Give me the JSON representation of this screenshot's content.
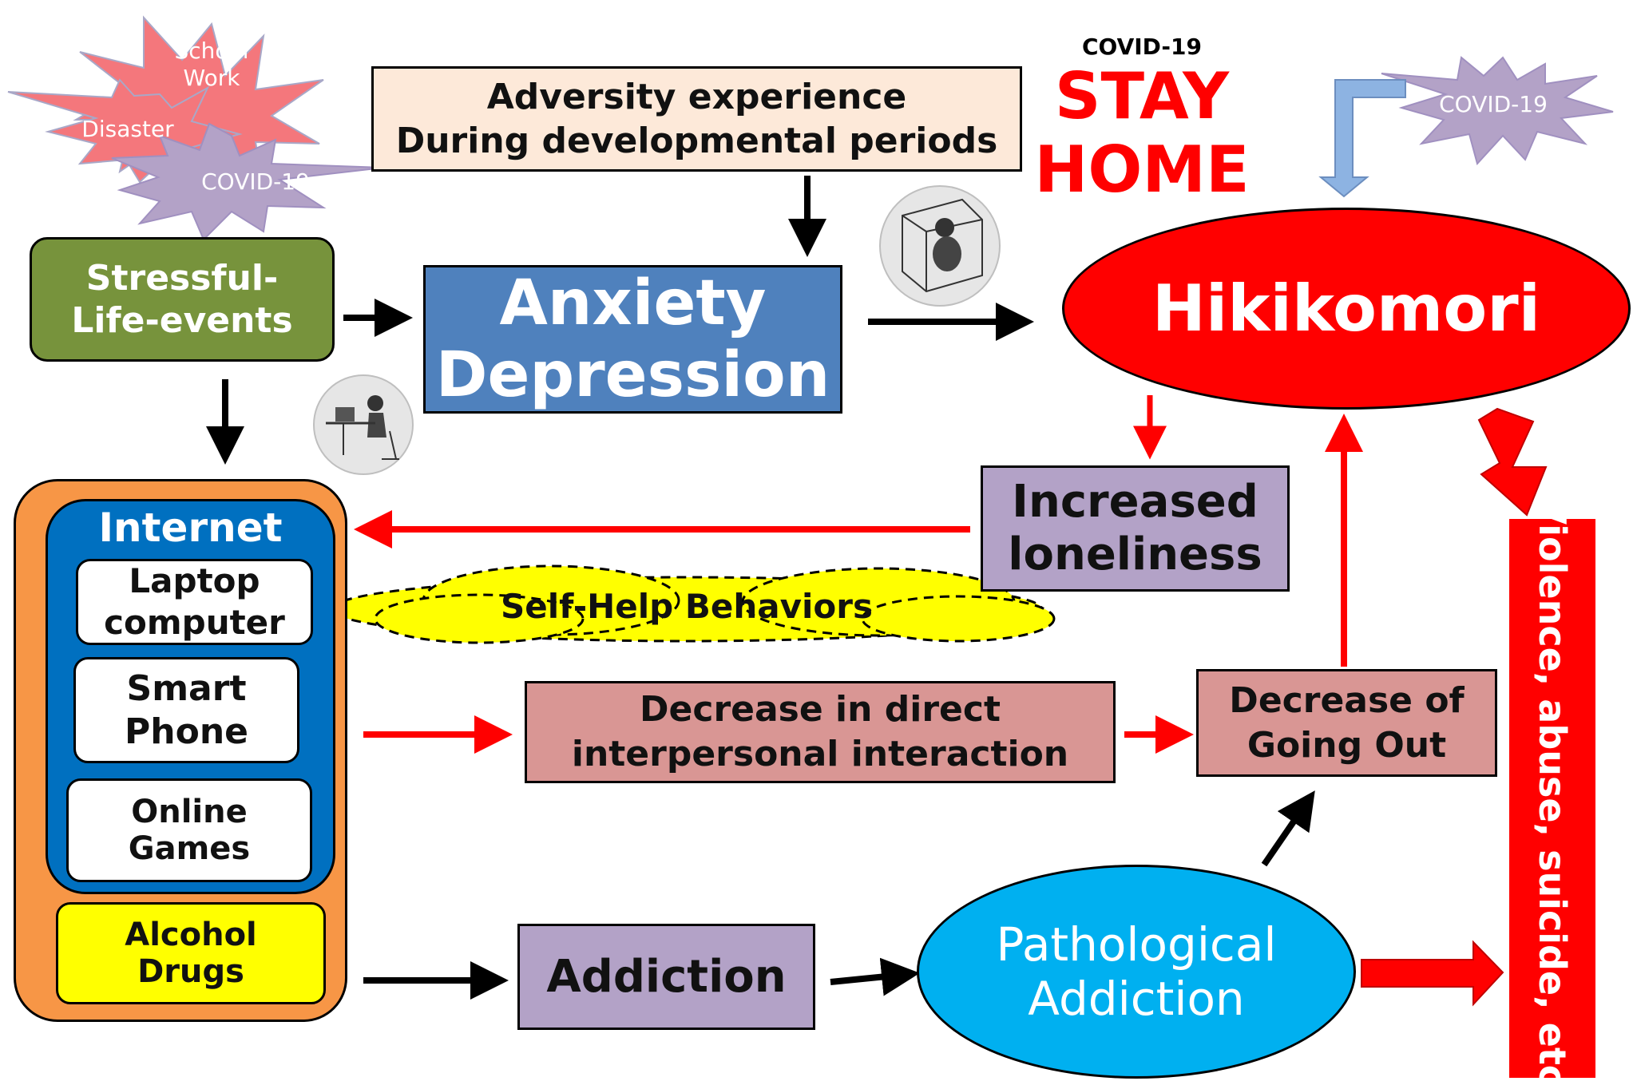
{
  "burst_labels": {
    "school_work": [
      "School",
      "Work"
    ],
    "disaster": "Disaster",
    "covid_left": "COVID-19",
    "covid_right": "COVID-19"
  },
  "adversity": {
    "line1": "Adversity experience",
    "line2": "During developmental periods"
  },
  "stay_home": {
    "small": "COVID-19",
    "line1": "STAY",
    "line2": "HOME"
  },
  "stressful": {
    "line1": "Stressful-",
    "line2": "Life-events"
  },
  "anxiety": {
    "line1": "Anxiety",
    "line2": "Depression"
  },
  "hikikomori": "Hikikomori",
  "loneliness": {
    "line1": "Increased",
    "line2": "loneliness"
  },
  "internet": {
    "title": "Internet",
    "laptop": {
      "line1": "Laptop",
      "line2": "computer"
    },
    "phone": {
      "line1": "Smart",
      "line2": "Phone"
    },
    "games": {
      "line1": "Online",
      "line2": "Games"
    }
  },
  "alcohol": {
    "line1": "Alcohol",
    "line2": "Drugs"
  },
  "self_help": "Self-Help Behaviors",
  "decrease_direct": {
    "line1": "Decrease in direct",
    "line2": "interpersonal interaction"
  },
  "going_out": {
    "line1": "Decrease of",
    "line2": "Going Out"
  },
  "addiction": "Addiction",
  "pathological": {
    "line1": "Pathological",
    "line2": "Addiction"
  },
  "violence": "Violence, abuse, suicide, etc.",
  "icons": [
    "person-in-cube-icon",
    "person-at-desk-icon"
  ],
  "colors": {
    "stressful": "#77933c",
    "anxiety": "#4f81bd",
    "hikikomori": "#ff0000",
    "loneliness": "#b3a2c7",
    "internet_outer": "#f79646",
    "internet_inner": "#0070c0",
    "alcohol": "#ffff00",
    "self_help": "#ffff00",
    "decrease": "#d99694",
    "addiction": "#b3a2c7",
    "pathological": "#00b0f0",
    "violence": "#ff0000",
    "adversity": "#fde9d9",
    "burst_red": "#f4777c",
    "burst_purple": "#b3a2c7",
    "arrow_red": "#ff0000",
    "arrow_blue": "#8db3e2"
  }
}
